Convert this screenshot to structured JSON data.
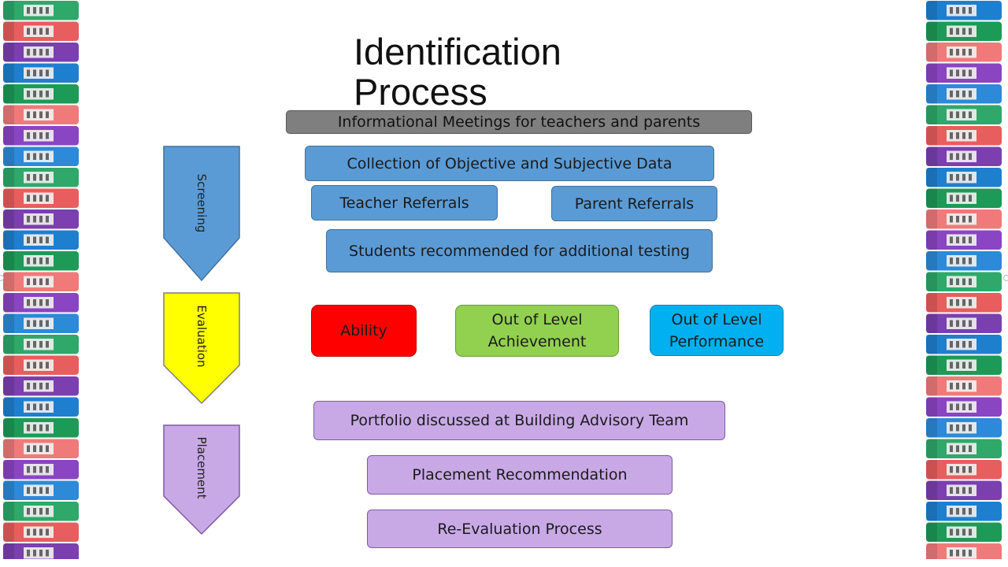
{
  "title": "Identification Process",
  "meetings": "Informational Meetings for teachers and parents",
  "stages": {
    "screening": "Screening",
    "evaluation": "Evaluation",
    "placement": "Placement"
  },
  "screening_boxes": {
    "collection": "Collection of  Objective and Subjective Data",
    "teacher_referrals": "Teacher  Referrals",
    "parent_referrals": "Parent Referrals",
    "recommended": "Students recommended  for additional testing"
  },
  "evaluation_boxes": {
    "ability": "Ability",
    "achievement": "Out of Level Achievement",
    "performance": "Out of Level Performance"
  },
  "placement_boxes": {
    "portfolio": "Portfolio  discussed at Building Advisory Team",
    "recommendation": "Placement Recommendation",
    "reevaluation": "Re-Evaluation Process"
  },
  "colors": {
    "screening": "#5b9bd5",
    "evaluation": "#ffff00",
    "placement": "#c8a9e6",
    "meetings": "#7f7f7f",
    "ability": "#ff0000",
    "achievement": "#92d050",
    "performance": "#00b0f0"
  },
  "decoration": "marker-stack-image"
}
